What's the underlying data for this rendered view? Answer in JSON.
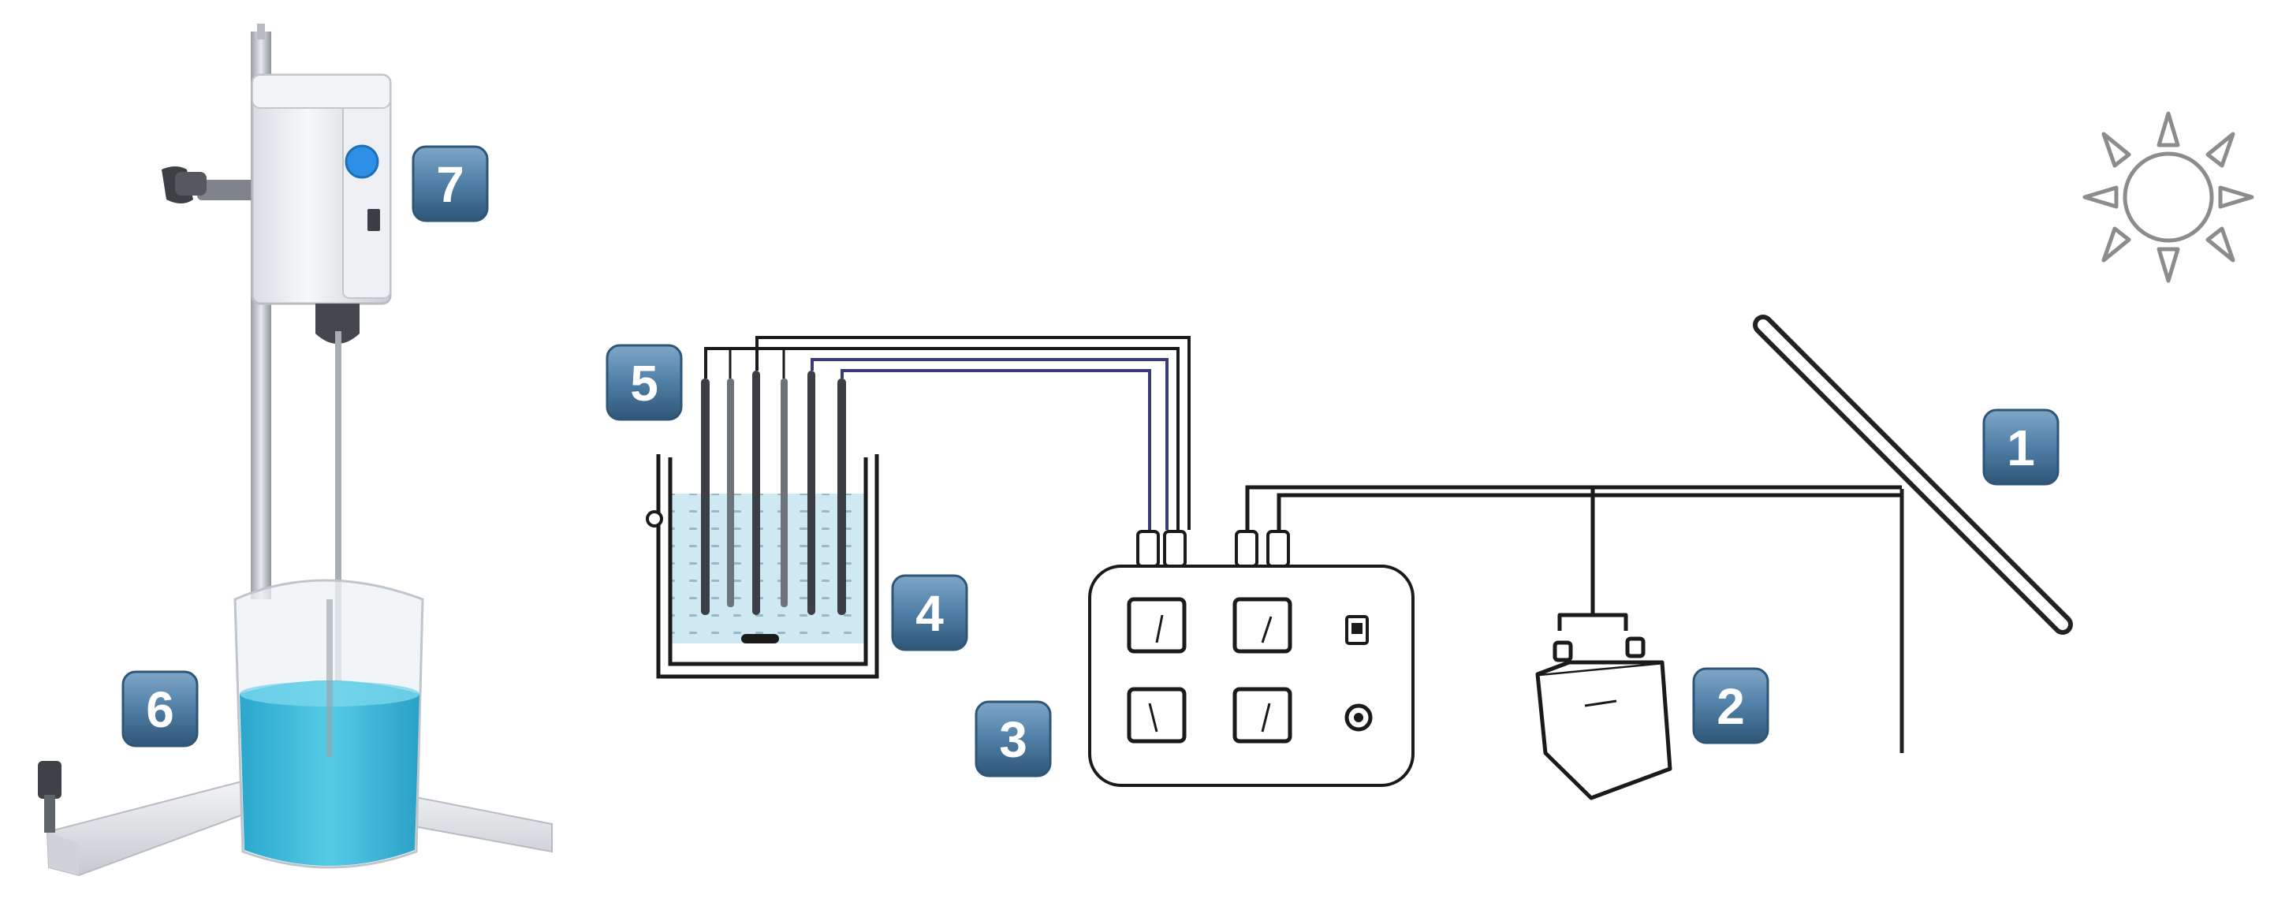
{
  "badges": [
    {
      "id": "solar-panel",
      "label": "1"
    },
    {
      "id": "battery",
      "label": "2"
    },
    {
      "id": "controller",
      "label": "3"
    },
    {
      "id": "electrolysis-cell",
      "label": "4"
    },
    {
      "id": "electrodes",
      "label": "5"
    },
    {
      "id": "beaker",
      "label": "6"
    },
    {
      "id": "overhead-stirrer",
      "label": "7"
    }
  ],
  "colors": {
    "badge_fill": "#4f7fa6",
    "badge_edge": "#2f5676",
    "liquid": "#39b6d6",
    "cell_liquid": "#c9e8f2",
    "stirrer_button": "#2d8fe6",
    "wire": "#1a1a1a",
    "electrode_wire": "#3b3a78"
  },
  "icons": [
    "sun-icon",
    "battery-icon",
    "meter-icon",
    "switch-icon",
    "knob-icon",
    "stirrer-icon",
    "beaker-icon",
    "solar-panel-icon",
    "electrode-icon"
  ]
}
